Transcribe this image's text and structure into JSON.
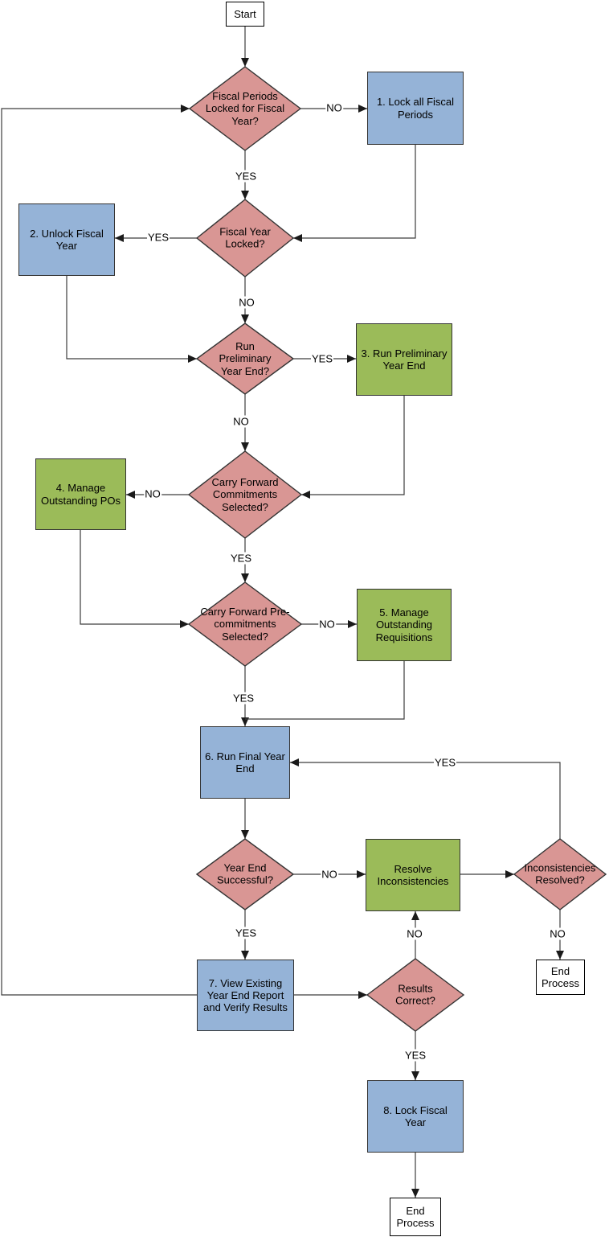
{
  "flowchart": {
    "nodes": {
      "start": {
        "type": "terminator",
        "label": "Start"
      },
      "fiscal_periods_locked": {
        "type": "decision",
        "label": "Fiscal Periods Locked for Fiscal Year?"
      },
      "lock_all_fiscal_periods": {
        "type": "process",
        "label": "1. Lock all Fiscal Periods"
      },
      "unlock_fiscal_year": {
        "type": "process",
        "label": "2. Unlock Fiscal Year"
      },
      "fiscal_year_locked": {
        "type": "decision",
        "label": "Fiscal Year Locked?"
      },
      "run_preliminary_year_end_q": {
        "type": "decision",
        "label": "Run Preliminary Year End?"
      },
      "run_preliminary_year_end": {
        "type": "process",
        "label": "3. Run Preliminary Year End"
      },
      "carry_forward_commitments": {
        "type": "decision",
        "label": "Carry Forward Commitments Selected?"
      },
      "manage_outstanding_pos": {
        "type": "process",
        "label": "4. Manage Outstanding POs"
      },
      "carry_forward_precommitments": {
        "type": "decision",
        "label": "Carry Forward Pre-commitments Selected?"
      },
      "manage_outstanding_requisitions": {
        "type": "process",
        "label": "5. Manage Outstanding Requisitions"
      },
      "run_final_year_end": {
        "type": "process",
        "label": "6. Run Final Year End"
      },
      "year_end_successful": {
        "type": "decision",
        "label": "Year End Successful?"
      },
      "resolve_inconsistencies": {
        "type": "process",
        "label": "Resolve Inconsistencies"
      },
      "inconsistencies_resolved": {
        "type": "decision",
        "label": "Inconsistencies Resolved?"
      },
      "end_process_right": {
        "type": "terminator",
        "label": "End Process"
      },
      "view_existing_report": {
        "type": "process",
        "label": "7. View Existing Year End Report and Verify Results"
      },
      "results_correct": {
        "type": "decision",
        "label": "Results Correct?"
      },
      "lock_fiscal_year": {
        "type": "process",
        "label": "8. Lock Fiscal Year"
      },
      "end_process_bottom": {
        "type": "terminator",
        "label": "End Process"
      }
    },
    "edges": [
      {
        "from": "start",
        "to": "fiscal_periods_locked",
        "label": ""
      },
      {
        "from": "fiscal_periods_locked",
        "to": "lock_all_fiscal_periods",
        "label": "NO"
      },
      {
        "from": "fiscal_periods_locked",
        "to": "fiscal_year_locked",
        "label": "YES"
      },
      {
        "from": "lock_all_fiscal_periods",
        "to": "fiscal_year_locked",
        "label": ""
      },
      {
        "from": "fiscal_year_locked",
        "to": "unlock_fiscal_year",
        "label": "YES"
      },
      {
        "from": "fiscal_year_locked",
        "to": "run_preliminary_year_end_q",
        "label": "NO"
      },
      {
        "from": "unlock_fiscal_year",
        "to": "run_preliminary_year_end_q",
        "label": ""
      },
      {
        "from": "run_preliminary_year_end_q",
        "to": "run_preliminary_year_end",
        "label": "YES"
      },
      {
        "from": "run_preliminary_year_end_q",
        "to": "carry_forward_commitments",
        "label": "NO"
      },
      {
        "from": "run_preliminary_year_end",
        "to": "carry_forward_commitments",
        "label": ""
      },
      {
        "from": "carry_forward_commitments",
        "to": "manage_outstanding_pos",
        "label": "NO"
      },
      {
        "from": "carry_forward_commitments",
        "to": "carry_forward_precommitments",
        "label": "YES"
      },
      {
        "from": "manage_outstanding_pos",
        "to": "carry_forward_precommitments",
        "label": ""
      },
      {
        "from": "carry_forward_precommitments",
        "to": "manage_outstanding_requisitions",
        "label": "NO"
      },
      {
        "from": "carry_forward_precommitments",
        "to": "run_final_year_end",
        "label": "YES"
      },
      {
        "from": "manage_outstanding_requisitions",
        "to": "run_final_year_end",
        "label": ""
      },
      {
        "from": "inconsistencies_resolved",
        "to": "run_final_year_end",
        "label": "YES"
      },
      {
        "from": "run_final_year_end",
        "to": "year_end_successful",
        "label": ""
      },
      {
        "from": "year_end_successful",
        "to": "resolve_inconsistencies",
        "label": "NO"
      },
      {
        "from": "year_end_successful",
        "to": "view_existing_report",
        "label": "YES"
      },
      {
        "from": "resolve_inconsistencies",
        "to": "inconsistencies_resolved",
        "label": ""
      },
      {
        "from": "inconsistencies_resolved",
        "to": "end_process_right",
        "label": "NO"
      },
      {
        "from": "view_existing_report",
        "to": "results_correct",
        "label": ""
      },
      {
        "from": "results_correct",
        "to": "resolve_inconsistencies",
        "label": "NO"
      },
      {
        "from": "results_correct",
        "to": "lock_fiscal_year",
        "label": "YES"
      },
      {
        "from": "lock_fiscal_year",
        "to": "end_process_bottom",
        "label": ""
      },
      {
        "from": "view_existing_report",
        "to": "fiscal_periods_locked",
        "label": ""
      }
    ],
    "colors": {
      "decision_fill": "#d99694",
      "process_blue_fill": "#95b3d7",
      "process_green_fill": "#9bbb59",
      "terminator_fill": "#ffffff",
      "border": "#333333",
      "connector": "#3d3d3d"
    }
  }
}
